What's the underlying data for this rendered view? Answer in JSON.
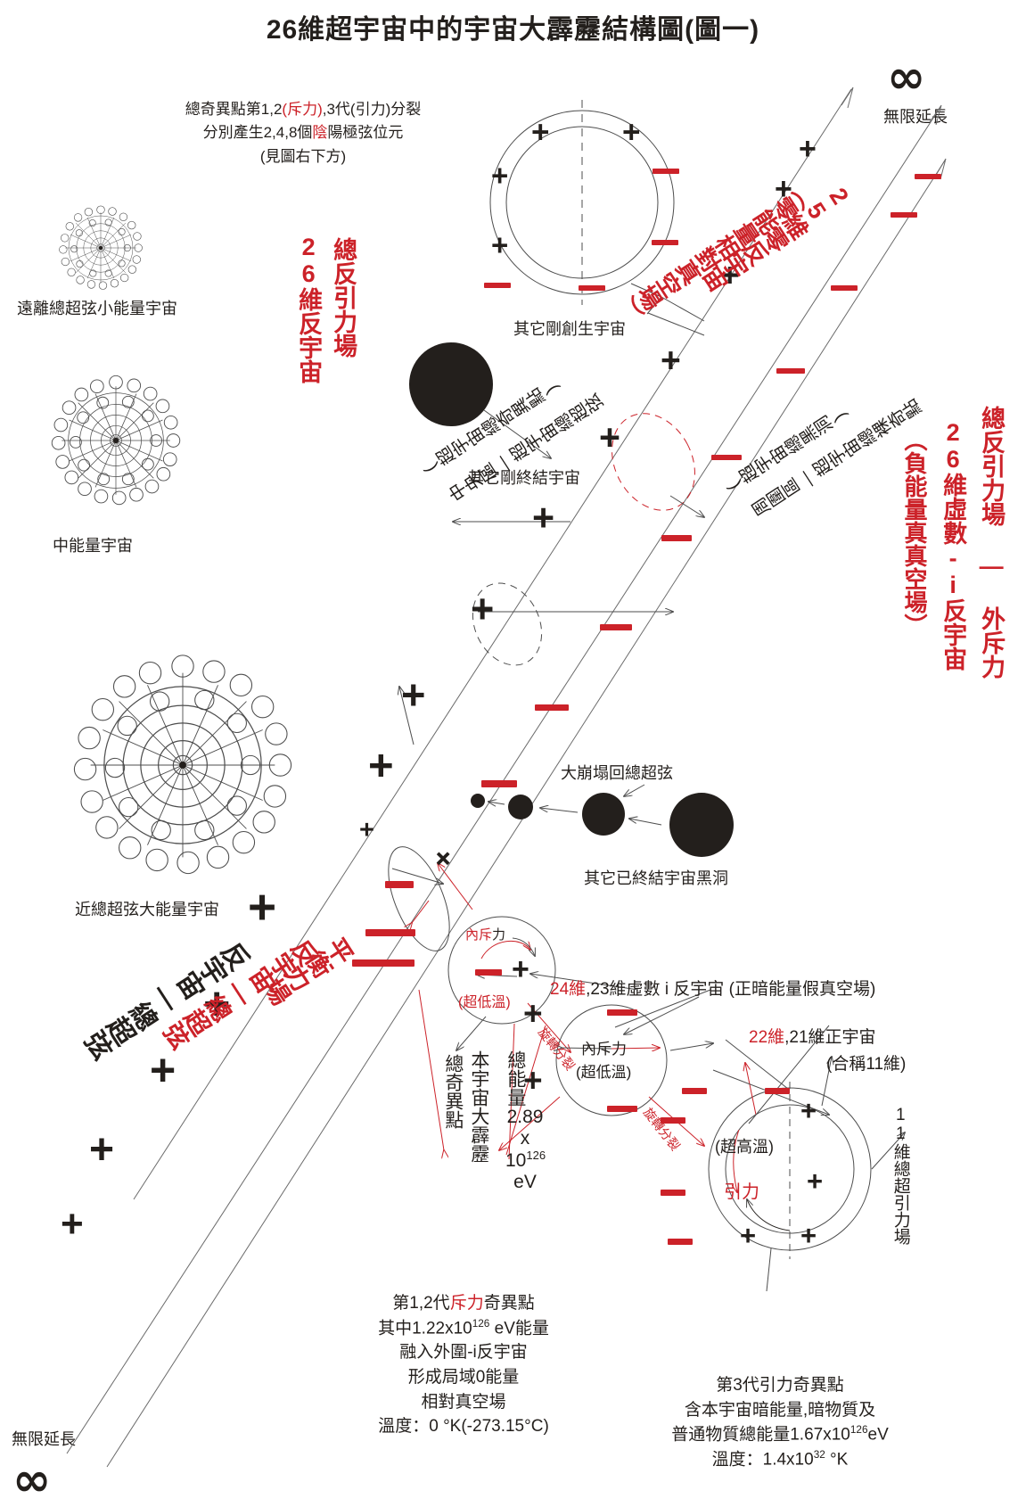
{
  "title": "26維超宇宙中的宇宙大霹靂結構圖(圖一)",
  "top_note": {
    "line1_a": "總奇異點第1,2",
    "line1_b": "(斥力)",
    "line1_c": ",3代(引力)分裂",
    "line2_a": "分別產生2,4,8個",
    "line2_b": "陰",
    "line2_c": "陽極弦位元",
    "line3": "(見圖右下方)"
  },
  "infinity": {
    "symbol": "∞",
    "top_right_label": "無限延長",
    "bottom_left_label": "無限延長"
  },
  "universes": [
    {
      "name": "遠離總超弦小能量宇宙"
    },
    {
      "name": "中能量宇宙"
    },
    {
      "name": "近總超弦大能量宇宙"
    }
  ],
  "ring_top": {
    "caption": "其它剛創生宇宙",
    "plus_count": 4,
    "minus_count": 4,
    "plus_mark": "+",
    "minus_mark": "−"
  },
  "blackholes": {
    "ended_caption": "其它剛終結宇宙",
    "collapse_caption": "大崩塌回總超弦",
    "already_ended_caption": "其它已終結宇宙黑洞"
  },
  "red_vertical": {
    "anti_universe_26_left": "26維反宇宙",
    "anti_gravity_field_left": "總反引力場",
    "zero_anti_universe_25": "25維零反宇宙",
    "zero_energy_rel_vacuum": "（零能量相對真空場）",
    "anti_gravity_outer": "總反引力場 — 外斥力",
    "imaginary_anti_universe_26": "26維虛數-i反宇宙",
    "negative_energy_true_vacuum": "（負能量真真空場）"
  },
  "black_vertical": {
    "balance_force_field": "平衡力場",
    "anti_universe_a": "反宇宙—總超弦",
    "anti_universe_b": "反宇宙—總超弦",
    "center_region": "中央區—超宇宙總超弦",
    "center_region_sub": "(超宇宙總奇異點)",
    "outer_region": "周圍區—超宇宙總裸奇點",
    "outer_region_sub": "(超宇宙總黑洞)"
  },
  "cluster_left": {
    "inner_repulsion_red": "內斥",
    "inner_repulsion_black": "力",
    "ultra_low_temp": "(超低溫)",
    "total_singularity": "總奇異點",
    "this_universe_bigbang": "本宇宙大霹靂",
    "total_energy_label": "總能量",
    "total_energy_value": "2.89",
    "total_energy_mult": "x",
    "total_energy_base": "10",
    "total_energy_exp": "126",
    "total_energy_unit": "eV"
  },
  "cluster_mid": {
    "inner_repulsion": "內斥力",
    "ultra_low_temp": "(超低溫)",
    "spin_split": "旋轉分裂",
    "dim24_red": "24維",
    "dim24_rest": ",23維虛數 i 反宇宙 (正暗能量假真空場)"
  },
  "cluster_right": {
    "ultra_high_temp": "(超高溫)",
    "gravity": "引力",
    "spin_split": "旋轉分裂",
    "dim22_red": "22維",
    "dim22_rest": ",21維正宇宙",
    "dim22_sub": "(合稱11維)",
    "total_gravity_field_11": "11維總超引力場"
  },
  "bottom_left_block": {
    "l1_a": "第1,2代",
    "l1_b": "斥力",
    "l1_c": "奇異點",
    "l2_a": "其中1.22x10",
    "l2_exp": "126",
    "l2_b": " eV能量",
    "l3": "融入外圍-i反宇宙",
    "l4": "形成局域0能量",
    "l5": "相對真空場",
    "l6_a": "溫度：0 ",
    "l6_b": "°K(-273.15",
    "l6_c": "°C)"
  },
  "bottom_right_block": {
    "l1": "第3代引力奇異點",
    "l2": "含本宇宙暗能量,暗物質及",
    "l3_a": "普通物質總能量1.67x10",
    "l3_exp": "126",
    "l3_b": "eV",
    "l4_a": "溫度：1.4x10",
    "l4_exp": "32",
    "l4_b": " °K"
  },
  "colors": {
    "red": "#cc2229",
    "ink": "#231f1c",
    "thin": "#4d4d4d"
  }
}
